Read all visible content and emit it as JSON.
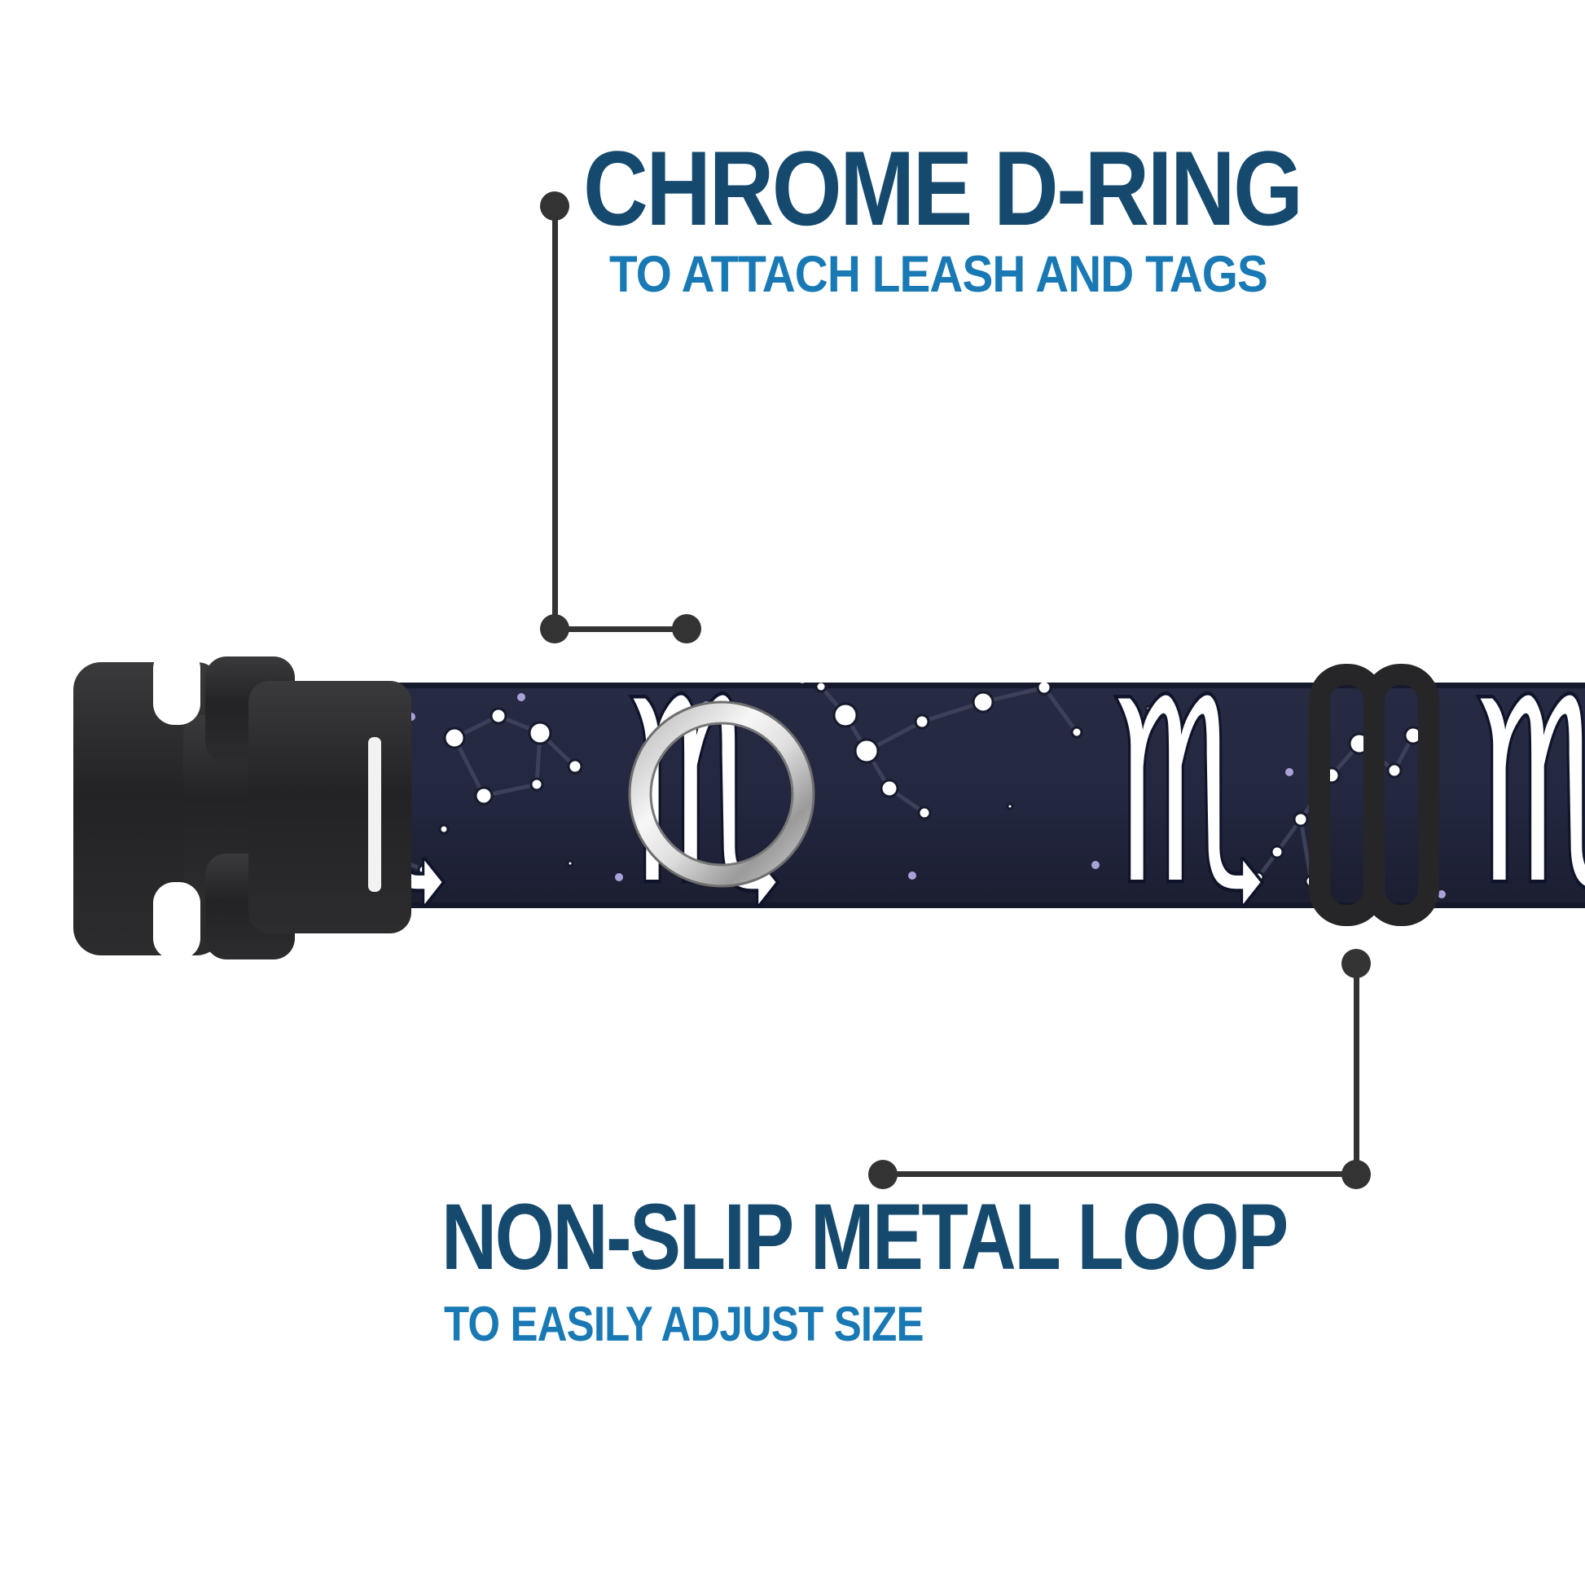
{
  "callouts": {
    "top": {
      "title": "CHROME D-RING",
      "subtitle": "TO ATTACH LEASH AND TAGS"
    },
    "bottom": {
      "title": "NON-SLIP METAL LOOP",
      "subtitle": "TO EASILY ADJUST SIZE"
    }
  },
  "product": {
    "name": "zodiac constellation dog collar",
    "pattern": "white Scorpio zodiac symbols and constellations printed on dark navy webbing",
    "zodiac_symbol": "♏",
    "parts": {
      "buckle": "black plastic side-release buckle",
      "d_ring": "chrome D-ring",
      "metal_loop": "black non-slip metal loop slider"
    }
  },
  "colors": {
    "title_blue": "#154a6e",
    "subtitle_blue": "#1879b4",
    "callout_line": "#333333",
    "webbing_navy": "#232740",
    "webbing_edge": "#14172a",
    "constellation_line": "#3c4058",
    "star_white": "#ffffff",
    "star_lavender": "#a9a2d8",
    "hardware_black": "#28282a",
    "slot_light": "#f2f2f2",
    "background": "#ffffff"
  }
}
